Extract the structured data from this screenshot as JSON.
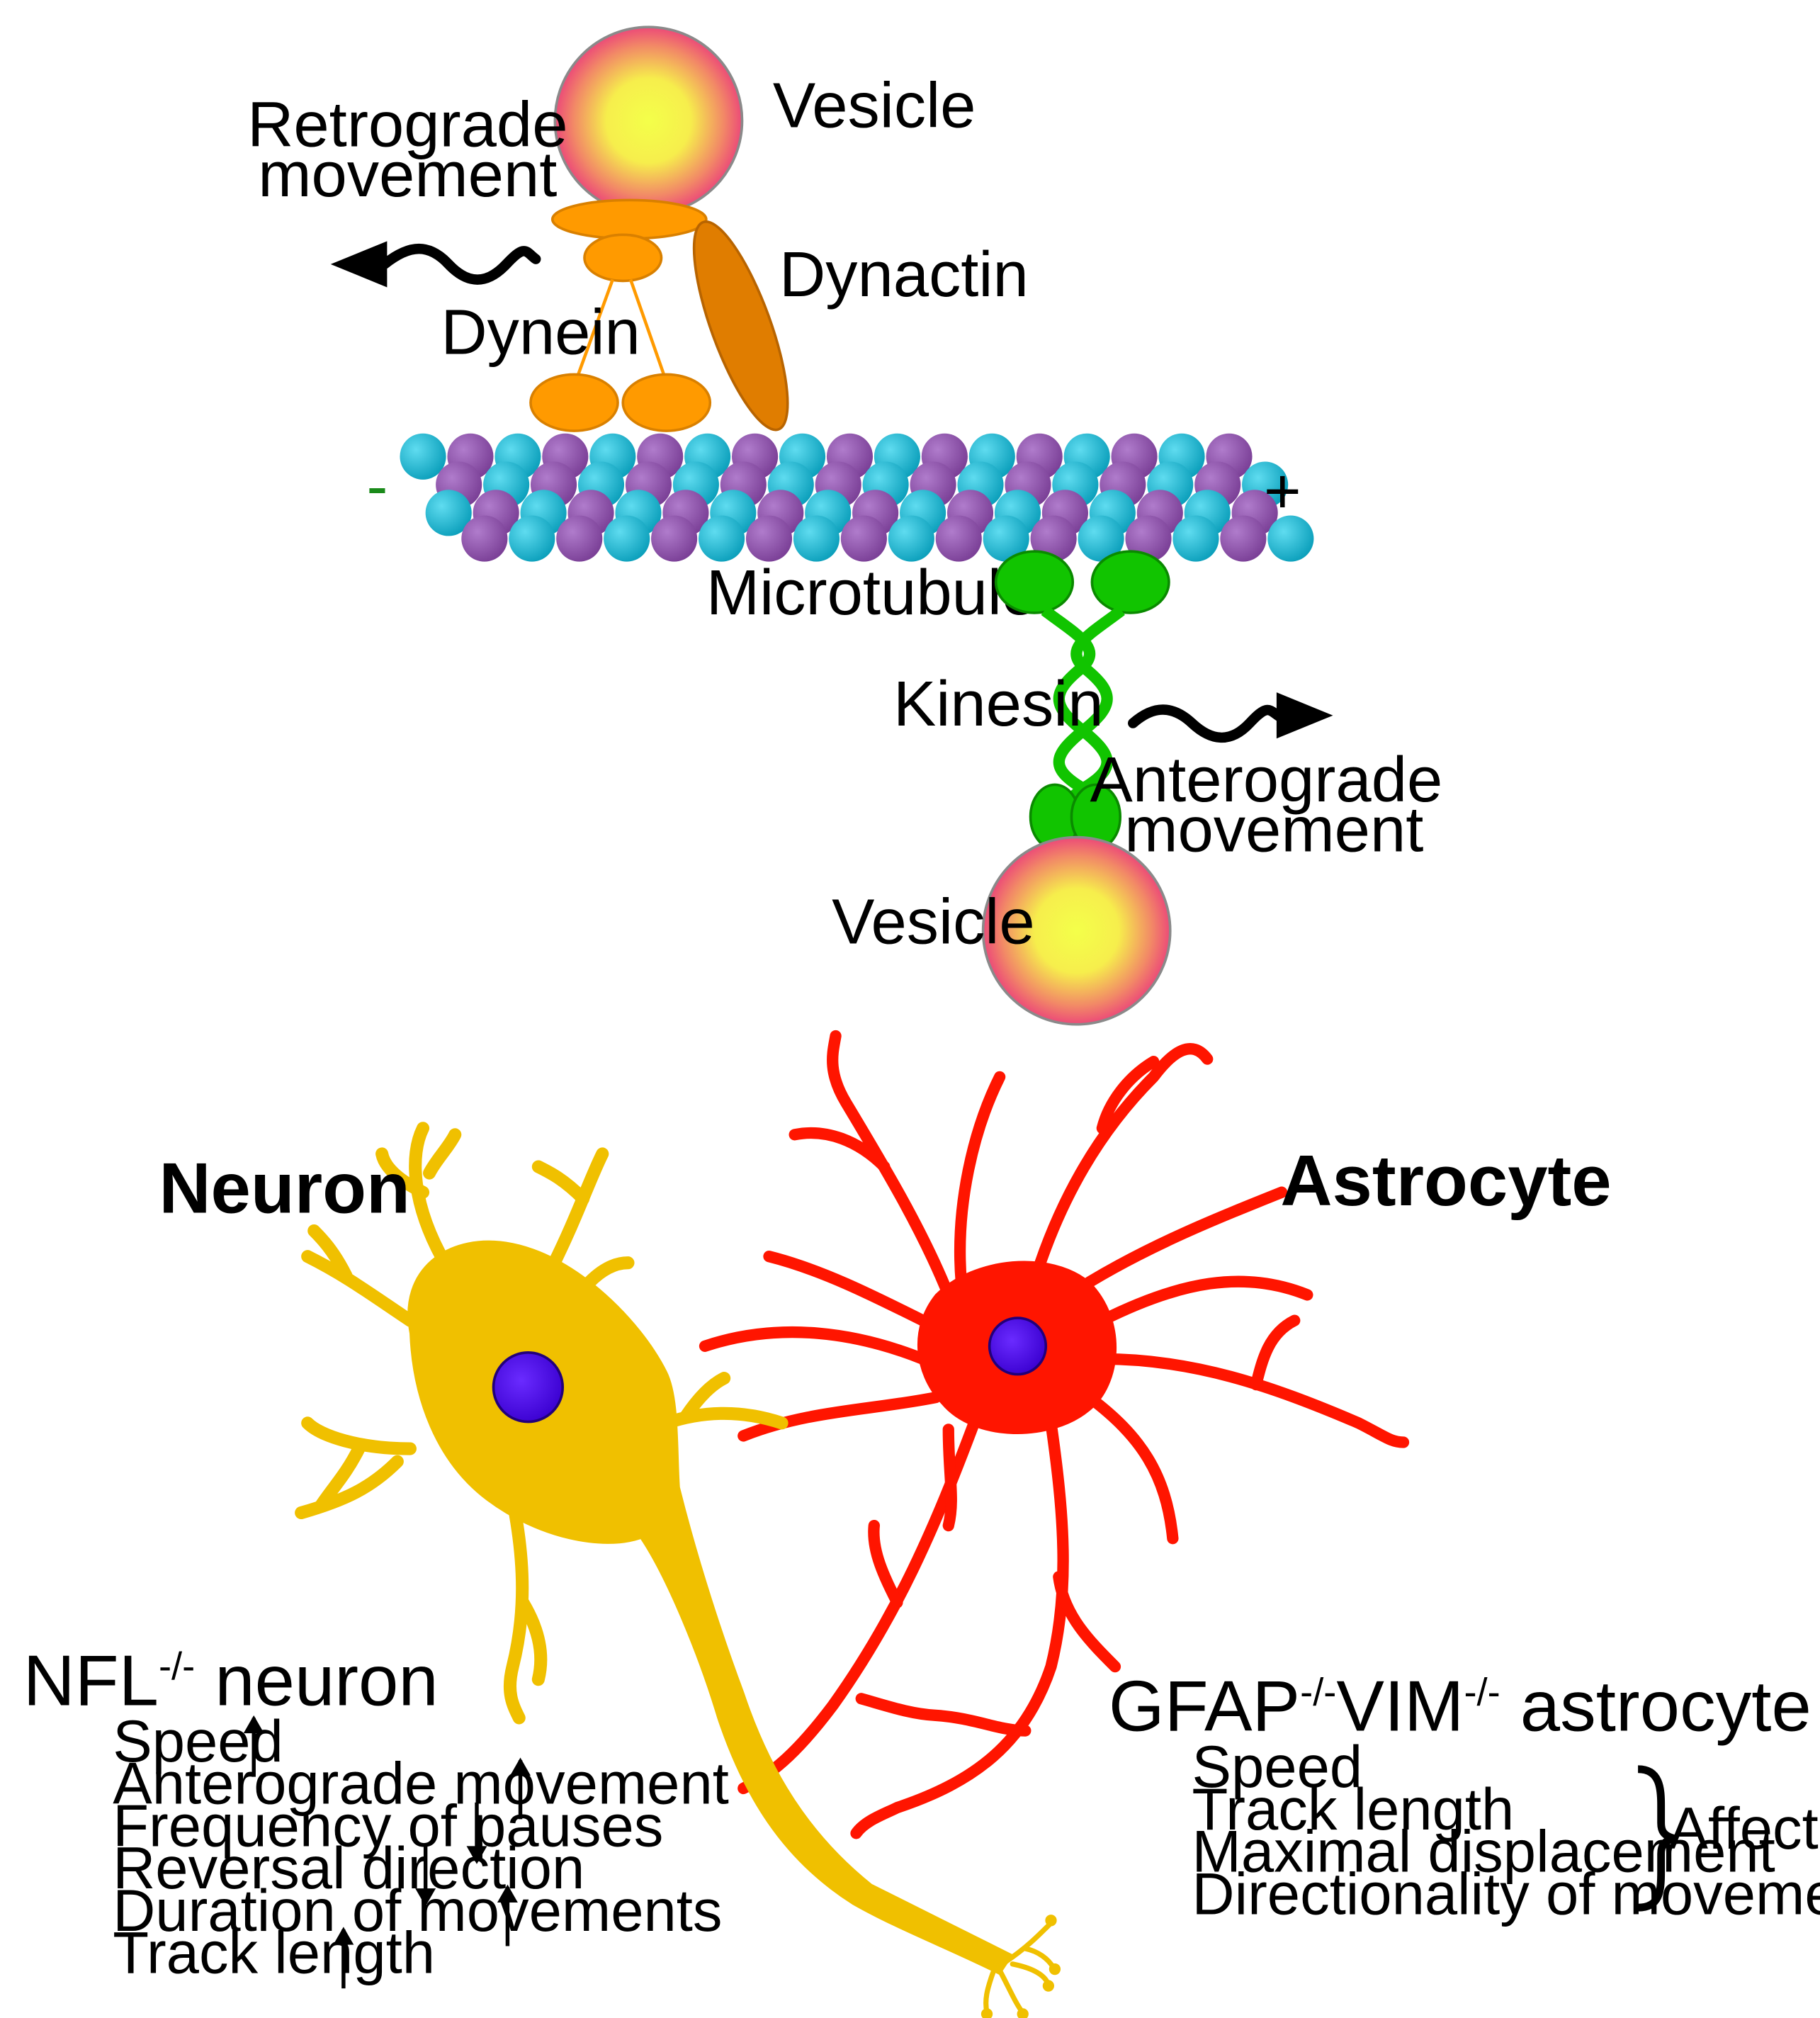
{
  "labels": {
    "vesicle_top": "Vesicle",
    "retrograde_line1": "Retrograde",
    "retrograde_line2": "movement",
    "dynactin": "Dynactin",
    "dynein": "Dynein",
    "minus_end": "-",
    "plus_end": "+",
    "microtubule": "Microtubule",
    "kinesin": "Kinesin",
    "anterograde_line1": "Anterograde",
    "anterograde_line2": "movement",
    "vesicle_bottom": "Vesicle",
    "neuron": "Neuron",
    "astrocyte": "Astrocyte"
  },
  "neuron_panel": {
    "title_base": "NFL",
    "title_sup": "-/-",
    "title_rest": " neuron",
    "items": [
      {
        "label": "Speed",
        "trend": "up"
      },
      {
        "label": "Anterograde movement",
        "trend": "up"
      },
      {
        "label": "Frequency of pauses",
        "trend": "down"
      },
      {
        "label": "Reversal direction",
        "trend": "down"
      },
      {
        "label": "Duration of movements",
        "trend": "up"
      },
      {
        "label": "Track length",
        "trend": "up"
      }
    ]
  },
  "astrocyte_panel": {
    "title_a": "GFAP",
    "title_a_sup": "-/-",
    "title_b": "VIM",
    "title_b_sup": "-/-",
    "title_rest": " astrocyte",
    "items": [
      "Speed",
      "Track length",
      "Maximal displacement",
      "Directionality of movements"
    ],
    "bracket_label": "Affected"
  },
  "colors": {
    "vesicle_core": "#f4ff4a",
    "vesicle_rim": "#ee4f78",
    "dynein": "#ff9a00",
    "dynactin": "#e07d00",
    "tubulin_cyan": "#13b4d0",
    "tubulin_purple": "#8a4ea6",
    "kinesin": "#11c400",
    "neuron": "#f0c000",
    "astrocyte": "#ff1500",
    "nucleus": "#4a00f5",
    "minus_sign": "#1a8a1a"
  }
}
